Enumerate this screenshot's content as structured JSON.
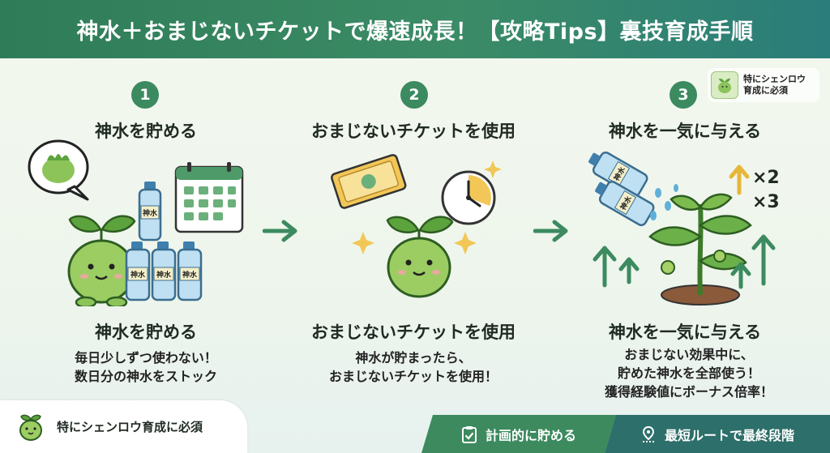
{
  "header": {
    "title": "神水＋おまじないチケットで爆速成長！【攻略Tips】裏技育成手順"
  },
  "badge": {
    "line1": "特にシェンロウ",
    "line2": "育成に必須"
  },
  "steps": [
    {
      "number": "1",
      "title": "神水を貯める",
      "subtitle": "神水を貯める",
      "desc": [
        "毎日少しずつ使わない！",
        "数日分の神水をストック"
      ],
      "bottle_label": "神水"
    },
    {
      "number": "2",
      "title": "おまじないチケットを使用",
      "subtitle": "おまじないチケットを使用",
      "desc": [
        "神水が貯まったら、",
        "おまじないチケットを使用！"
      ]
    },
    {
      "number": "3",
      "title": "神水を一気に与える",
      "subtitle": "神水を一気に与える",
      "desc": [
        "おまじない効果中に、",
        "貯めた神水を全部使う！",
        "獲得経験値にボーナス倍率！"
      ],
      "bottle_label": "神水",
      "multiplier_1": "×2",
      "multiplier_2": "×3"
    }
  ],
  "footer": {
    "note": "特にシェンロウ育成に必須",
    "plan_label": "計画的に貯める",
    "route_label": "最短ルートで最終段階"
  },
  "colors": {
    "accent": "#3c8a60",
    "header": "#2f7d58",
    "leaf": "#7dbb4f"
  }
}
